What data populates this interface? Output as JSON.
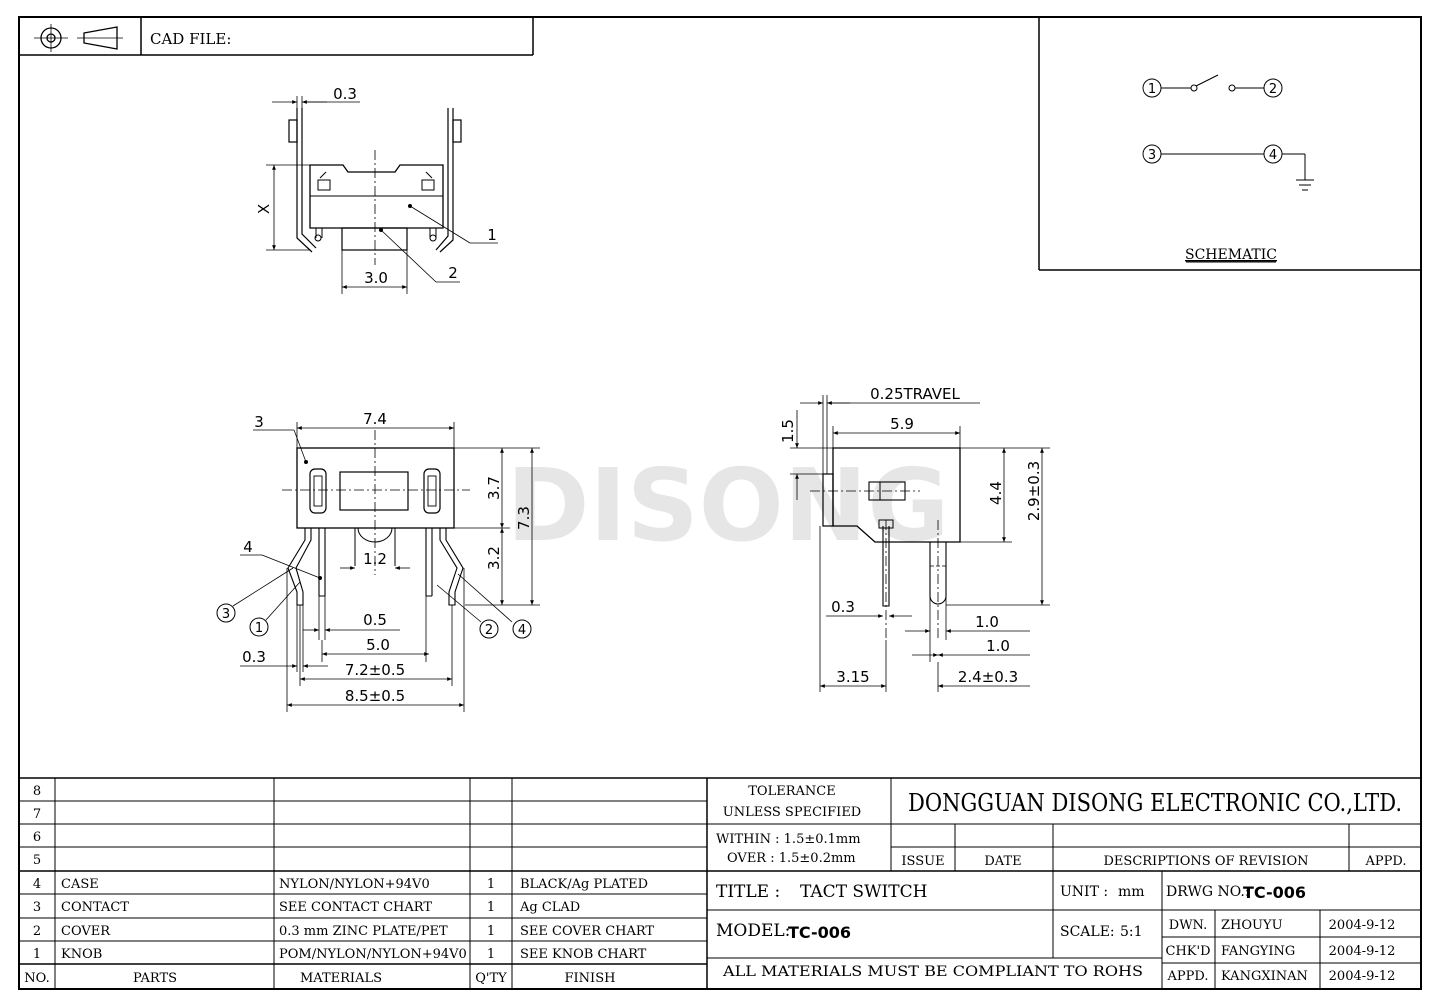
{
  "header": {
    "cad_label": "CAD FILE:",
    "projection_symbol": "third-angle-projection-icon"
  },
  "schematic": {
    "title": "SCHEMATIC",
    "pins": [
      "1",
      "2",
      "3",
      "4"
    ]
  },
  "watermark": "DISONG",
  "top_view": {
    "dim_top": "0.3",
    "dim_side": "X",
    "dim_bottom": "3.0",
    "callouts": [
      "1",
      "2"
    ]
  },
  "front_view": {
    "dim_width": "7.4",
    "dim_h1": "3.7",
    "dim_h2": "7.3",
    "dim_h3": "3.2",
    "dim_gap": "1.2",
    "dim_pin": "0.5",
    "dim_pitch": "5.0",
    "dim_w1": "7.2±0.5",
    "dim_w2": "8.5±0.5",
    "dim_lead": "0.3",
    "callouts": [
      "3",
      "4"
    ],
    "pins": [
      "3",
      "1",
      "2",
      "4"
    ]
  },
  "side_view": {
    "dim_travel": "0.25TRAVEL",
    "dim_knob": "1.5",
    "dim_width": "5.9",
    "dim_h1": "4.4",
    "dim_h2": "2.9±0.3",
    "dim_pin": "0.3",
    "dim_a": "1.0",
    "dim_b": "1.0",
    "dim_left": "3.15",
    "dim_right": "2.4±0.3"
  },
  "bom": {
    "headers": [
      "NO.",
      "PARTS",
      "MATERIALS",
      "Q'TY",
      "FINISH"
    ],
    "rows": [
      {
        "no": "8",
        "part": "",
        "material": "",
        "qty": "",
        "finish": ""
      },
      {
        "no": "7",
        "part": "",
        "material": "",
        "qty": "",
        "finish": ""
      },
      {
        "no": "6",
        "part": "",
        "material": "",
        "qty": "",
        "finish": ""
      },
      {
        "no": "5",
        "part": "",
        "material": "",
        "qty": "",
        "finish": ""
      },
      {
        "no": "4",
        "part": "CASE",
        "material": "NYLON/NYLON+94V0",
        "qty": "1",
        "finish": "BLACK/Ag PLATED"
      },
      {
        "no": "3",
        "part": "CONTACT",
        "material": "SEE CONTACT CHART",
        "qty": "1",
        "finish": "Ag CLAD"
      },
      {
        "no": "2",
        "part": "COVER",
        "material": "0.3 mm ZINC PLATE/PET",
        "qty": "1",
        "finish": "SEE COVER CHART"
      },
      {
        "no": "1",
        "part": "KNOB",
        "material": "POM/NYLON/NYLON+94V0",
        "qty": "1",
        "finish": "SEE KNOB CHART"
      }
    ]
  },
  "title_block": {
    "tolerance_1": "TOLERANCE",
    "tolerance_2": "UNLESS   SPECIFIED",
    "within": "WITHIN : 1.5±0.1mm",
    "over": "OVER : 1.5±0.2mm",
    "company": "DONGGUAN DISONG ELECTRONIC CO.,LTD.",
    "issue": "ISSUE",
    "date": "DATE",
    "revision": "DESCRIPTIONS  OF  REVISION",
    "appd": "APPD.",
    "title_label": "TITLE :",
    "title_value": "TACT SWITCH",
    "unit_label": "UNIT :",
    "unit_value": "mm",
    "drwg_label": "DRWG NO.:",
    "drwg_value": "TC-006",
    "model_label": "MODEL:",
    "model_value": "TC-006",
    "scale_label": "SCALE:",
    "scale_value": "5:1",
    "rohs": "ALL  MATERIALS  MUST  BE  COMPLIANT  TO  ROHS",
    "signoffs": [
      {
        "role": "DWN.",
        "name": "ZHOUYU",
        "date": "2004-9-12"
      },
      {
        "role": "CHK'D",
        "name": "FANGYING",
        "date": "2004-9-12"
      },
      {
        "role": "APPD.",
        "name": "KANGXINAN",
        "date": "2004-9-12"
      }
    ]
  }
}
